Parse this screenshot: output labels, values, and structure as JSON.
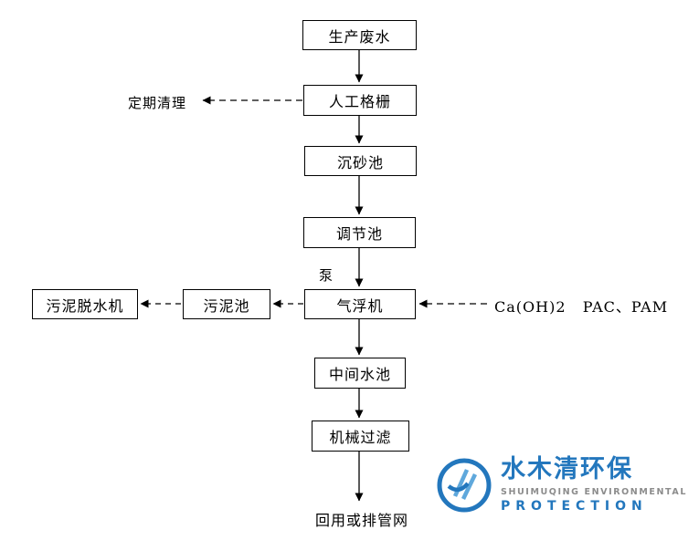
{
  "diagram": {
    "nodes": {
      "production_wastewater": "生产废水",
      "manual_screen": "人工格栅",
      "grit_chamber": "沉砂池",
      "regulating_tank": "调节池",
      "air_flotation": "气浮机",
      "sludge_tank": "污泥池",
      "sludge_dewatering": "污泥脱水机",
      "intermediate_tank": "中间水池",
      "mechanical_filter": "机械过滤"
    },
    "labels": {
      "periodic_cleaning": "定期清理",
      "pump": "泵",
      "chemicals": "Ca(OH)2   PAC、PAM",
      "outlet": "回用或排管网"
    },
    "colors": {
      "line": "#000000",
      "box_border": "#000000"
    }
  },
  "logo": {
    "title": "水木清环保",
    "subtitle1": "SHUIMUQING ENVIRONMENTAL",
    "subtitle2": "PROTECTION",
    "colors": {
      "blue": "#2377BD",
      "light_blue": "#5FA8DC",
      "gray": "#8c8c8c"
    }
  }
}
